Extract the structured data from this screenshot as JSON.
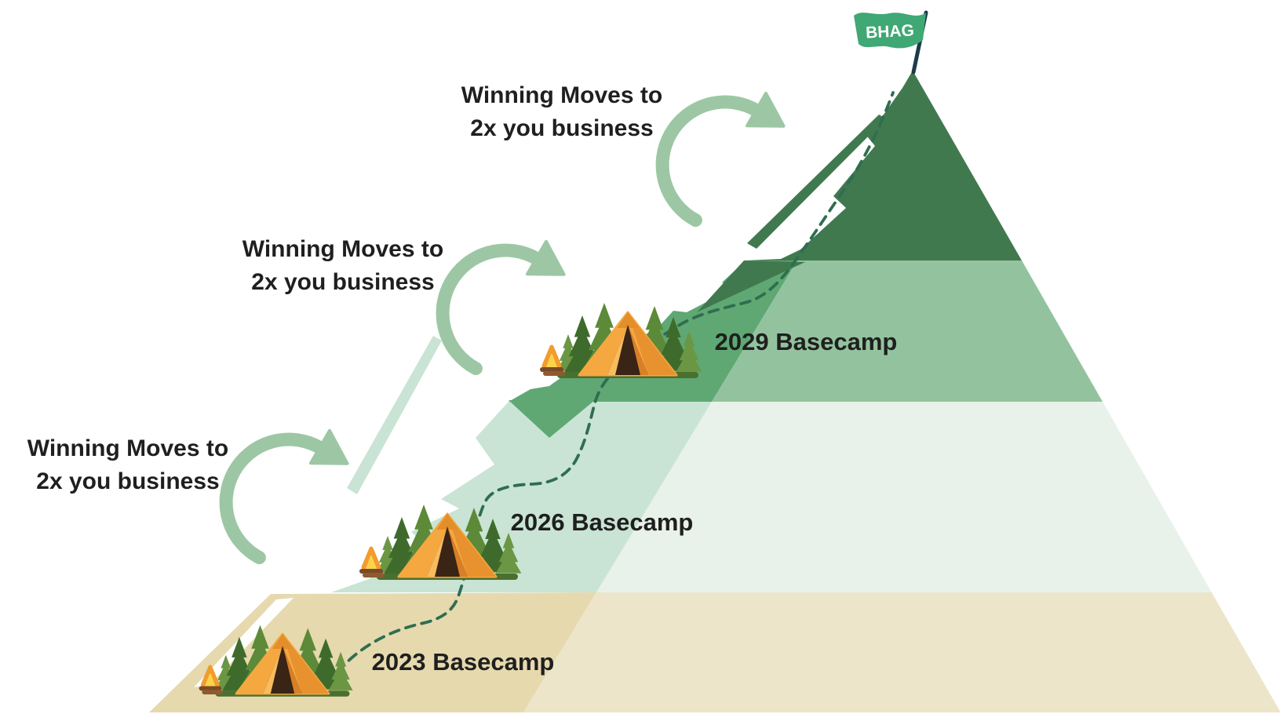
{
  "flag": {
    "label": "BHAG"
  },
  "annotations": [
    {
      "line1": "Winning Moves to",
      "line2": "2x you business"
    },
    {
      "line1": "Winning Moves to",
      "line2": "2x you business"
    },
    {
      "line1": "Winning Moves to",
      "line2": "2x you business"
    }
  ],
  "basecamps": [
    {
      "year": "2023",
      "label": "2023 Basecamp"
    },
    {
      "year": "2026",
      "label": "2026 Basecamp"
    },
    {
      "year": "2029",
      "label": "2029 Basecamp"
    }
  ],
  "icons": {
    "flag": "flag-icon",
    "tent": "tent-icon",
    "campfire": "campfire-icon",
    "pine": "pine-tree-icon",
    "arrow": "cycle-arrow-icon",
    "trail": "trail-path-icon"
  },
  "colors": {
    "peak_dark_green": "#41794F",
    "band2_face_green": "#5FA873",
    "band2_light_green": "#93C39E",
    "band3_face_mint": "#C9E4D4",
    "band3_light_mint": "#E8F2EA",
    "band4_face_tan": "#E6D9AE",
    "band4_light_tan": "#EDE5C9",
    "arrow_green": "#9DC7A4",
    "trail_green": "#2F6E50",
    "flag_green": "#3FA874",
    "flag_pole_navy": "#1D3B4A",
    "text_dark": "#1F1F1F",
    "tent_orange": "#F5A840",
    "snow_white": "#FFFFFF"
  }
}
